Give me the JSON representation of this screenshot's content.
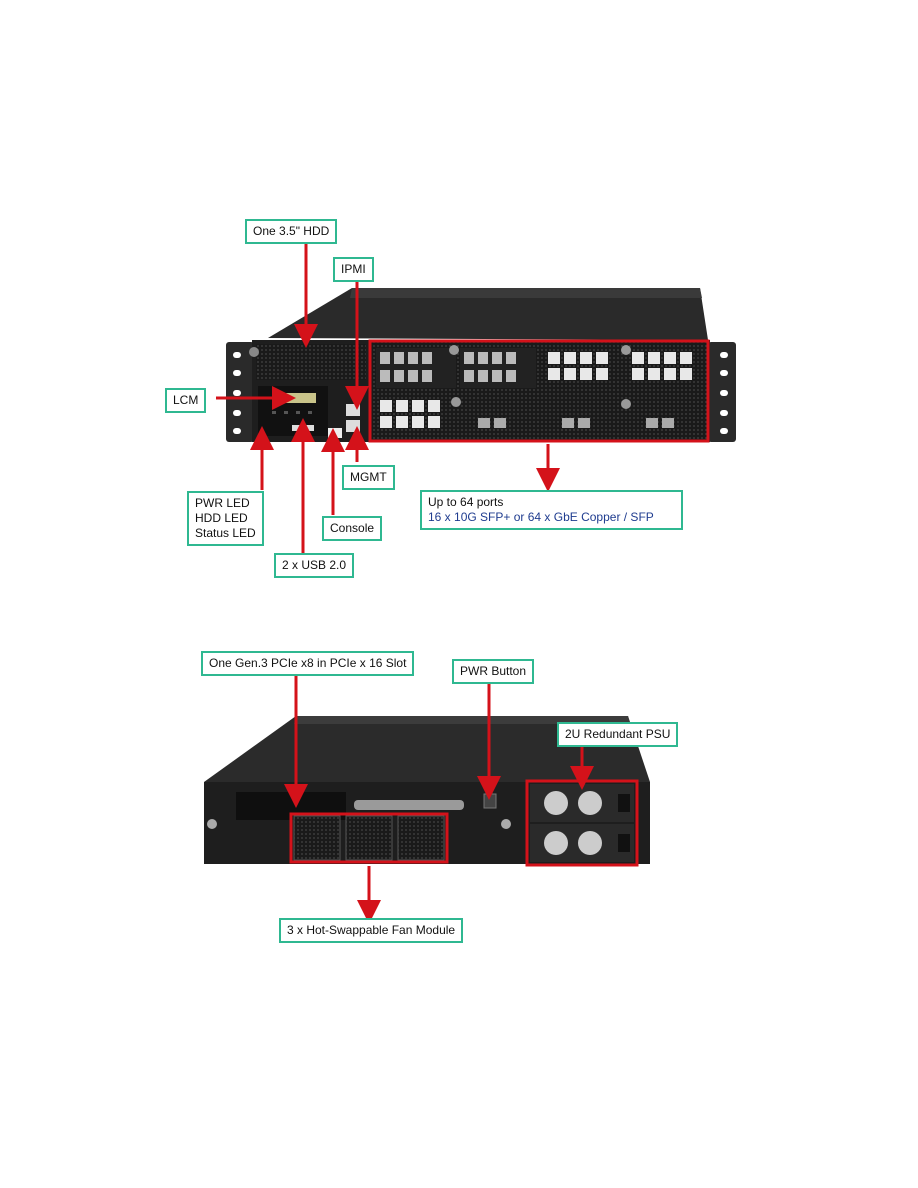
{
  "front": {
    "labels": {
      "hdd": "One 3.5\" HDD",
      "ipmi": "IPMI",
      "lcm": "LCM",
      "mgmt": "MGMT",
      "ports_line1": "Up to 64 ports",
      "ports_line2": "16 x 10G SFP+  or  64 x GbE Copper / SFP",
      "leds_line1": "PWR LED",
      "leds_line2": "HDD LED",
      "leds_line3": "Status LED",
      "console": "Console",
      "usb": "2 x USB 2.0"
    }
  },
  "rear": {
    "labels": {
      "pcie": "One Gen.3 PCIe x8 in PCIe x 16 Slot",
      "pwr_button": "PWR Button",
      "psu": "2U Redundant PSU",
      "fan": "3 x Hot-Swappable Fan Module"
    }
  },
  "colors": {
    "callout_border": "#2fb891",
    "arrow": "#d4121a",
    "chassis": "#1e1e1e",
    "highlight_box": "#d4121a"
  }
}
